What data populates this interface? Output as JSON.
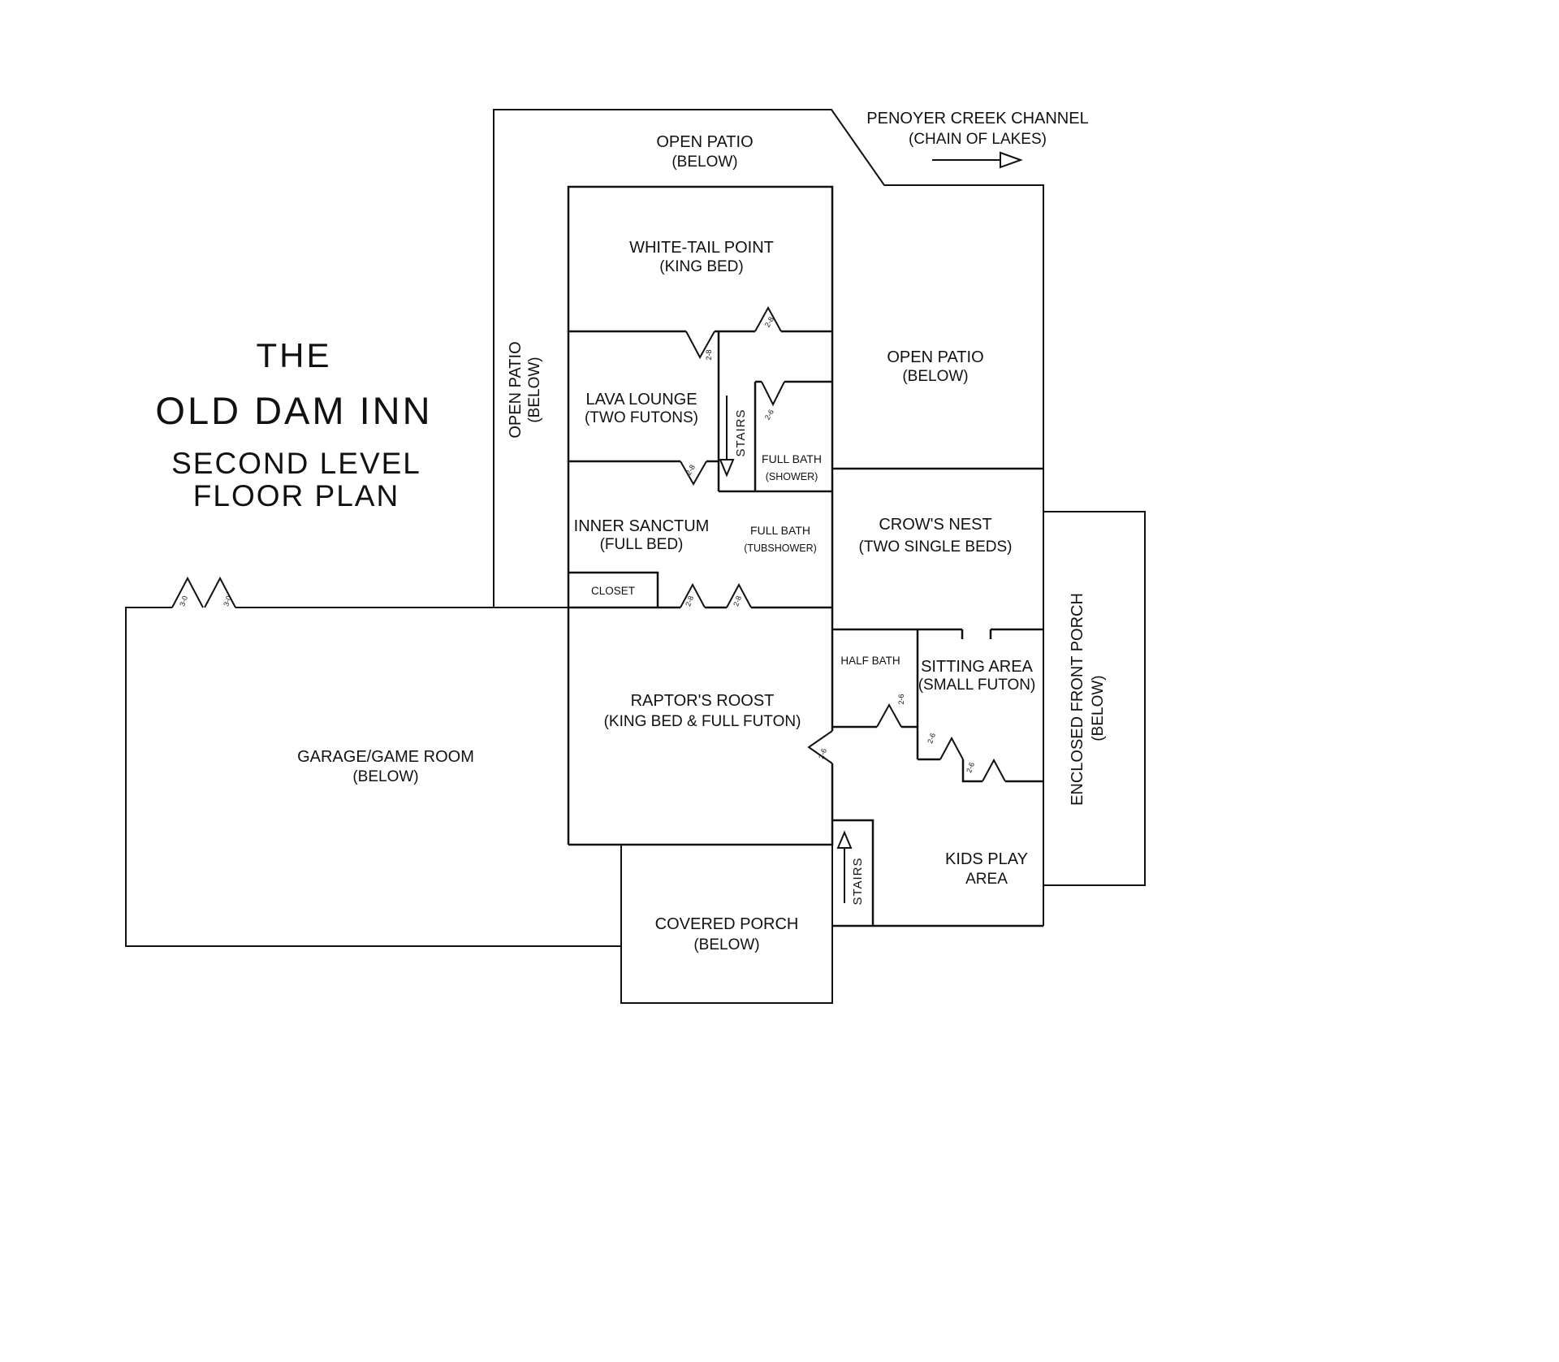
{
  "title": {
    "line1": "THE",
    "line2": "OLD DAM INN",
    "line3": "SECOND LEVEL",
    "line4": "FLOOR PLAN"
  },
  "annotations": {
    "creek_line1": "PENOYER CREEK CHANNEL",
    "creek_line2": "(CHAIN OF LAKES)"
  },
  "rooms": {
    "open_patio_top": {
      "name": "OPEN PATIO",
      "sub": "(BELOW)"
    },
    "open_patio_left": {
      "name": "OPEN PATIO",
      "sub": "(BELOW)"
    },
    "open_patio_right": {
      "name": "OPEN PATIO",
      "sub": "(BELOW)"
    },
    "white_tail_point": {
      "name": "WHITE-TAIL POINT",
      "sub": "(KING BED)"
    },
    "lava_lounge": {
      "name": "LAVA LOUNGE",
      "sub": "(TWO FUTONS)"
    },
    "stairs_down": {
      "name": "STAIRS"
    },
    "full_bath_shower": {
      "name": "FULL BATH",
      "sub": "(SHOWER)"
    },
    "inner_sanctum": {
      "name": "INNER SANCTUM",
      "sub": "(FULL BED)"
    },
    "full_bath_tub": {
      "name": "FULL BATH",
      "sub": "(TUBSHOWER)"
    },
    "crows_nest": {
      "name": "CROW'S NEST",
      "sub": "(TWO SINGLE BEDS)"
    },
    "closet": {
      "name": "CLOSET"
    },
    "half_bath": {
      "name": "HALF BATH"
    },
    "sitting_area": {
      "name": "SITTING AREA",
      "sub": "(SMALL FUTON)"
    },
    "enclosed_front_porch": {
      "name": "ENCLOSED FRONT PORCH",
      "sub": "(BELOW)"
    },
    "raptors_roost": {
      "name": "RAPTOR'S ROOST",
      "sub": "(KING BED & FULL FUTON)"
    },
    "garage_game_room": {
      "name": "GARAGE/GAME ROOM",
      "sub": "(BELOW)"
    },
    "kids_play_area": {
      "name": "KIDS PLAY",
      "sub": "AREA"
    },
    "stairs_up": {
      "name": "STAIRS"
    },
    "covered_porch": {
      "name": "COVERED PORCH",
      "sub": "(BELOW)"
    }
  },
  "door_labels": {
    "d_2_8": "2-8",
    "d_2_6": "2-6",
    "d_3_0": "3-0"
  },
  "colors": {
    "wall": "#111111",
    "background": "#ffffff"
  }
}
